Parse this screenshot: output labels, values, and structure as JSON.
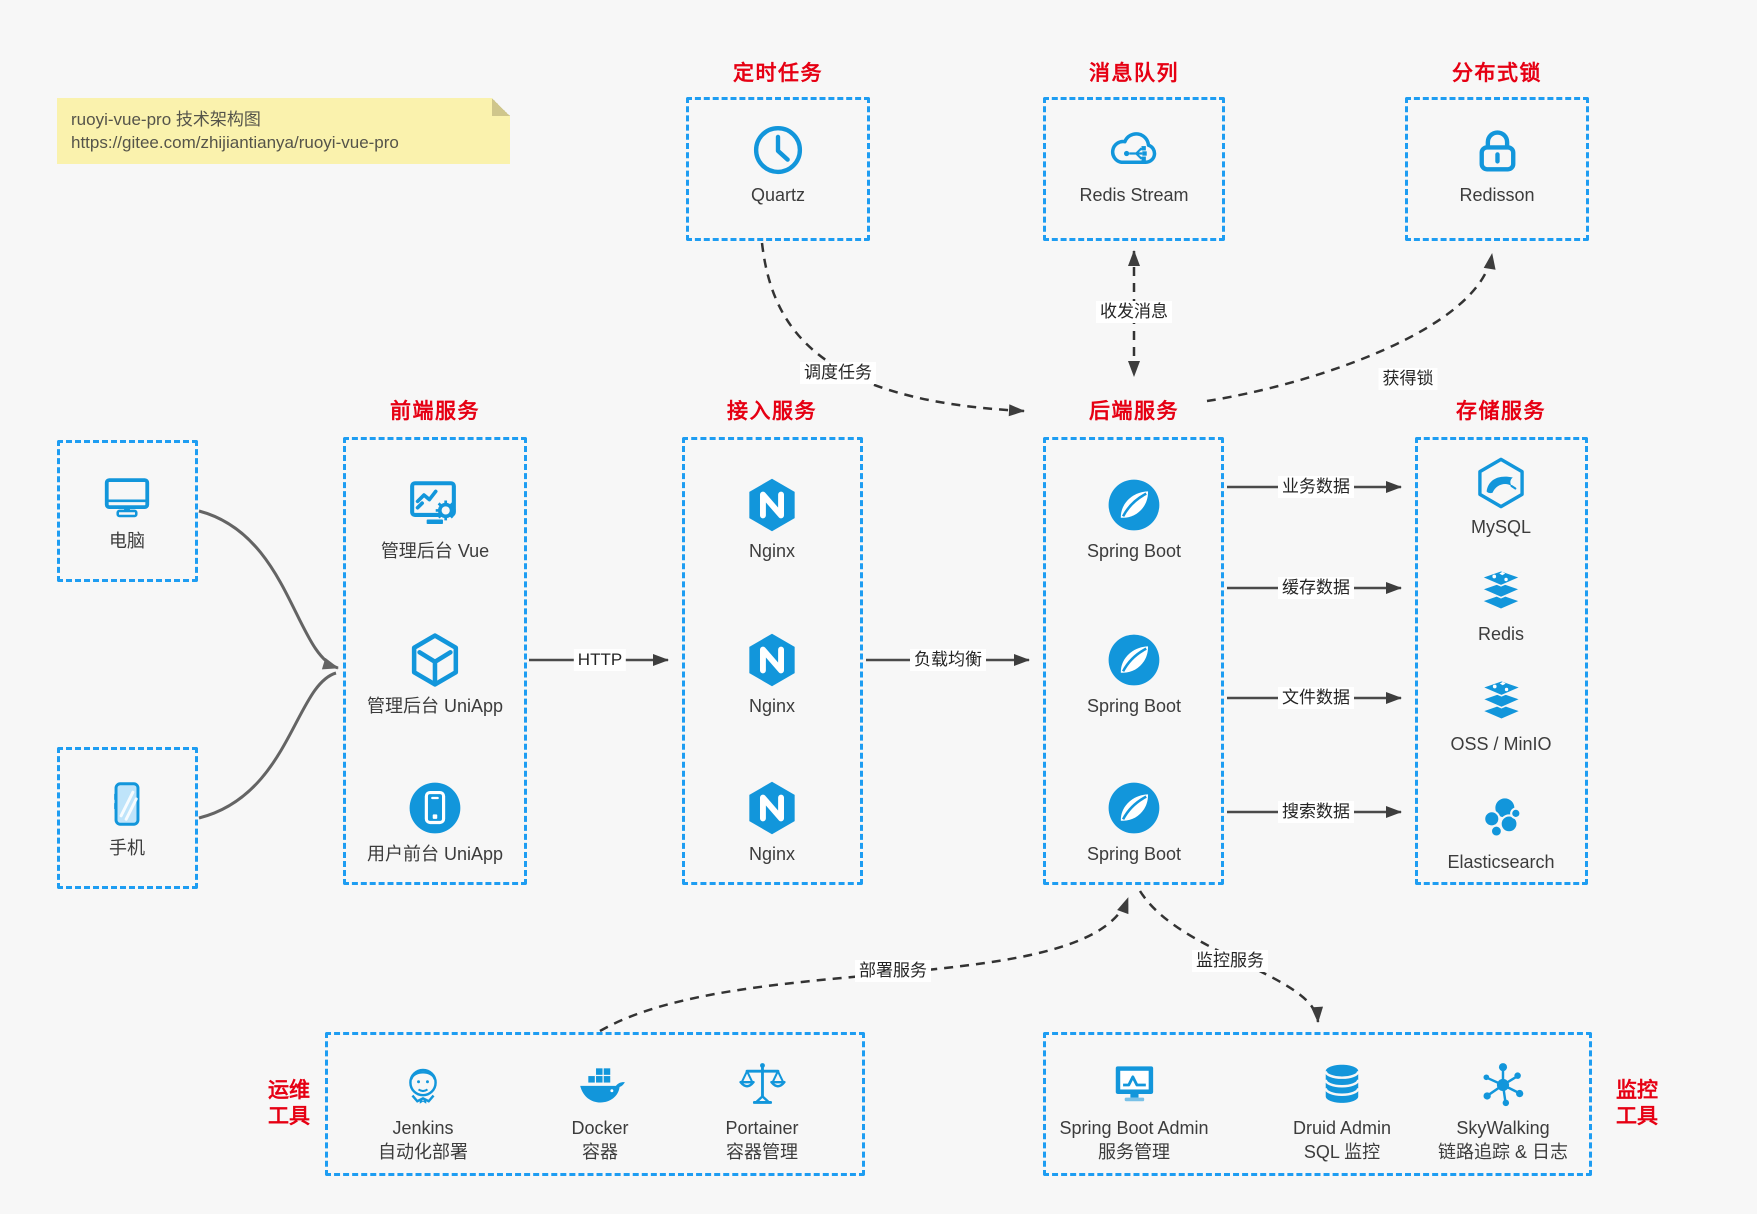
{
  "sticky_note": {
    "line1": "ruoyi-vue-pro 技术架构图",
    "line2": "https://gitee.com/zhijiantianya/ruoyi-vue-pro"
  },
  "top_groups": [
    {
      "title": "定时任务",
      "items": [
        {
          "icon": "clock-icon",
          "label": "Quartz"
        }
      ]
    },
    {
      "title": "消息队列",
      "items": [
        {
          "icon": "cloud-mq-icon",
          "label": "Redis Stream"
        }
      ]
    },
    {
      "title": "分布式锁",
      "items": [
        {
          "icon": "lock-icon",
          "label": "Redisson"
        }
      ]
    }
  ],
  "clients": [
    {
      "icon": "desktop-icon",
      "label": "电脑"
    },
    {
      "icon": "mobile-icon",
      "label": "手机"
    }
  ],
  "columns": [
    {
      "title": "前端服务",
      "items": [
        {
          "icon": "admin-dashboard-icon",
          "label": "管理后台 Vue"
        },
        {
          "icon": "uniapp-cube-icon",
          "label": "管理后台 UniApp"
        },
        {
          "icon": "user-app-icon",
          "label": "用户前台 UniApp"
        }
      ]
    },
    {
      "title": "接入服务",
      "items": [
        {
          "icon": "nginx-icon",
          "label": "Nginx"
        },
        {
          "icon": "nginx-icon",
          "label": "Nginx"
        },
        {
          "icon": "nginx-icon",
          "label": "Nginx"
        }
      ]
    },
    {
      "title": "后端服务",
      "items": [
        {
          "icon": "spring-boot-icon",
          "label": "Spring Boot"
        },
        {
          "icon": "spring-boot-icon",
          "label": "Spring Boot"
        },
        {
          "icon": "spring-boot-icon",
          "label": "Spring Boot"
        }
      ]
    },
    {
      "title": "存储服务",
      "items": [
        {
          "icon": "mysql-icon",
          "label": "MySQL"
        },
        {
          "icon": "redis-stack-icon",
          "label": "Redis"
        },
        {
          "icon": "redis-stack-icon",
          "label": "OSS / MinIO"
        },
        {
          "icon": "elasticsearch-icon",
          "label": "Elasticsearch"
        }
      ]
    }
  ],
  "bottom_groups": [
    {
      "title_line1": "运维",
      "title_line2": "工具",
      "items": [
        {
          "icon": "jenkins-icon",
          "label": "Jenkins",
          "sublabel": "自动化部署"
        },
        {
          "icon": "docker-icon",
          "label": "Docker",
          "sublabel": "容器"
        },
        {
          "icon": "portainer-icon",
          "label": "Portainer",
          "sublabel": "容器管理"
        }
      ]
    },
    {
      "title_line1": "监控",
      "title_line2": "工具",
      "items": [
        {
          "icon": "spring-boot-admin-icon",
          "label": "Spring Boot Admin",
          "sublabel": "服务管理"
        },
        {
          "icon": "druid-icon",
          "label": "Druid Admin",
          "sublabel": "SQL 监控"
        },
        {
          "icon": "skywalking-icon",
          "label": "SkyWalking",
          "sublabel": "链路追踪 & 日志"
        }
      ]
    }
  ],
  "edge_labels": {
    "http": "HTTP",
    "load_balance": "负载均衡",
    "business_data": "业务数据",
    "cache_data": "缓存数据",
    "file_data": "文件数据",
    "search_data": "搜索数据",
    "schedule_task": "调度任务",
    "send_receive_message": "收发消息",
    "acquire_lock": "获得锁",
    "deploy_service": "部署服务",
    "monitor_service": "监控服务"
  },
  "colors": {
    "icon_blue": "#1296db",
    "border_blue": "#1e9df2",
    "title_red": "#e60013",
    "background": "#f7f7f7",
    "note_background": "#faf2ad",
    "arrow_dark": "#3d3d3d"
  }
}
